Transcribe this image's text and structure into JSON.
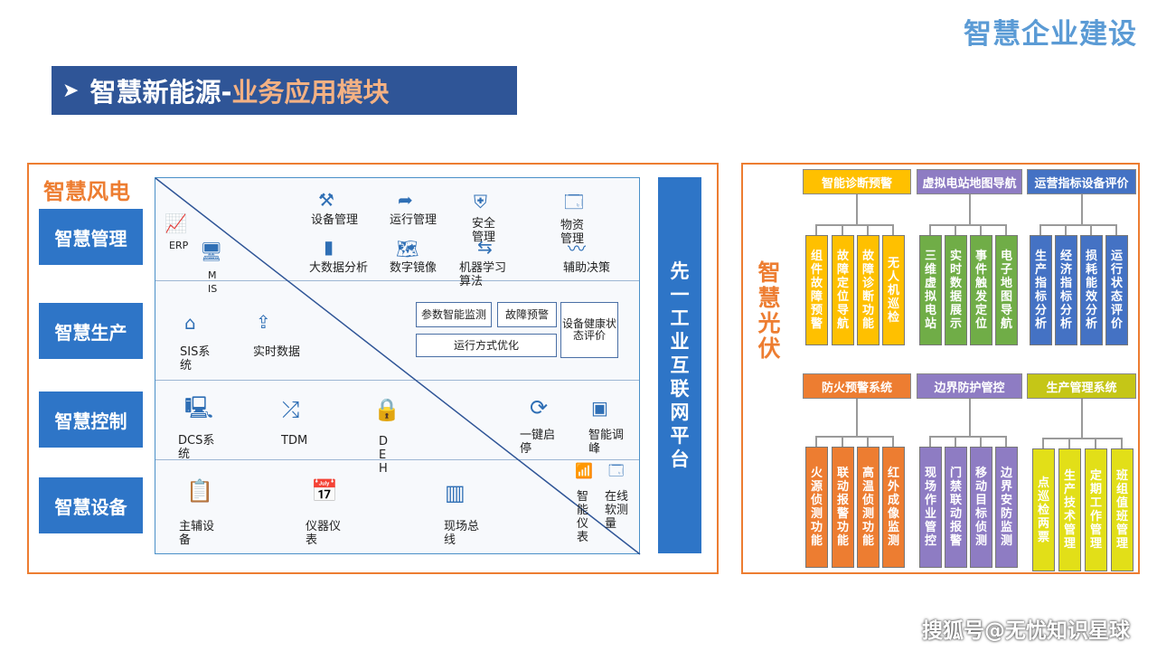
{
  "brand": "智慧企业建设",
  "title": {
    "part1": "智慧新能源-",
    "part2": "业务应用模块"
  },
  "wind": {
    "title": "智慧风电",
    "side": [
      "智慧管理",
      "智慧生产",
      "智慧控制",
      "智慧设备"
    ],
    "platform": "先一工业互联网平台",
    "row1": {
      "erp": "ERP",
      "mis": "MIS",
      "items": [
        "设备管理",
        "运行管理",
        "安全管理",
        "物资管理",
        "大数据分析",
        "数字镜像",
        "机器学习算法",
        "辅助决策"
      ]
    },
    "row2": {
      "sis": "SIS系统",
      "realtime": "实时数据",
      "boxes": [
        "参数智能监测",
        "故障预警",
        "设备健康状态评价",
        "运行方式优化"
      ]
    },
    "row3": {
      "dcs": "DCS系统",
      "tdm": "TDM",
      "deh": "DEH",
      "onekey": "一键启停",
      "smartpeak": "智能调峰"
    },
    "row4": {
      "aux": "主辅设备",
      "meter": "仪器仪表",
      "bus": "现场总线",
      "smartmeter": "智能仪表",
      "softmeas": "在线软测量"
    }
  },
  "pv": {
    "title": "智慧光伏",
    "colors": {
      "yellow": "#ffc000",
      "green": "#70ad47",
      "blue": "#4472c4",
      "orange": "#ed7d31",
      "purple": "#8e7cc3",
      "lime": "#c5c617"
    },
    "top_headers": [
      "智能诊断预警",
      "虚拟电站地图导航",
      "运营指标设备评价"
    ],
    "top_cols": [
      [
        "组件故障预警",
        "故障定位导航",
        "故障诊断功能",
        "无人机巡检"
      ],
      [
        "三维虚拟电站",
        "实时数据展示",
        "事件触发定位",
        "电子地图导航"
      ],
      [
        "生产指标分析",
        "经济指标分析",
        "损耗能效分析",
        "运行状态评价"
      ]
    ],
    "bottom_headers": [
      "防火预警系统",
      "边界防护管控",
      "生产管理系统"
    ],
    "bottom_cols": [
      [
        "火源侦测功能",
        "联动报警功能",
        "高温侦测功能",
        "红外成像监测"
      ],
      [
        "现场作业管控",
        "门禁联动报警",
        "移动目标侦测",
        "边界安防监测"
      ],
      [
        "点巡检两票",
        "生产技术管理",
        "定期工作管理",
        "班组值班管理"
      ]
    ]
  },
  "watermark": "搜狐号@无忧知识星球"
}
